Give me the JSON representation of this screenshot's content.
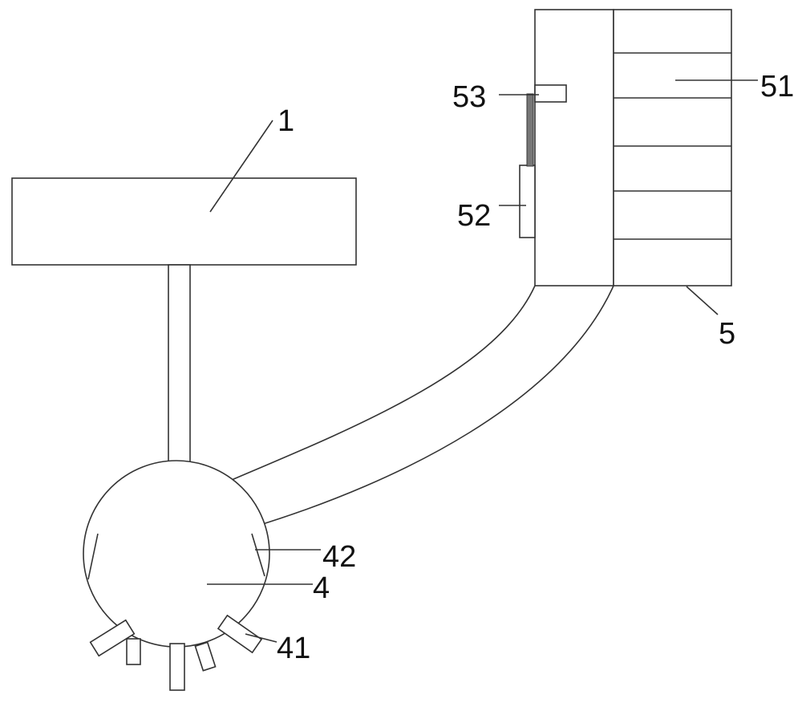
{
  "labels": {
    "part_1": "1",
    "part_4": "4",
    "part_41": "41",
    "part_42": "42",
    "part_5": "5",
    "part_51": "51",
    "part_52": "52",
    "part_53": "53"
  },
  "colors": {
    "stroke": "#333333",
    "text": "#111111",
    "background": "#ffffff"
  }
}
